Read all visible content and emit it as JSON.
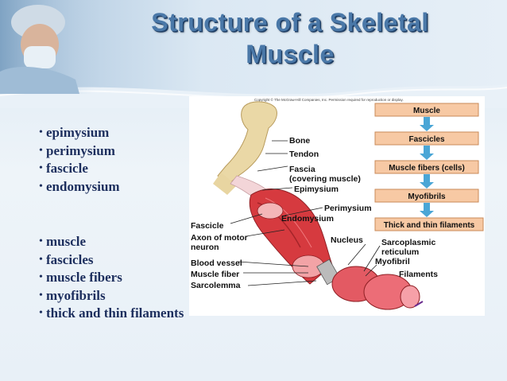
{
  "slide": {
    "title": "Structure of a Skeletal Muscle",
    "list_one": [
      "epimysium",
      "perimysium",
      "fascicle",
      "endomysium"
    ],
    "list_two": [
      "muscle",
      "fascicles",
      "muscle fibers",
      "myofibrils",
      "thick and thin filaments"
    ]
  },
  "figure": {
    "copyright": "Copyright © The McGraw-Hill Companies, Inc. Permission required for reproduction or display.",
    "labels": {
      "bone": "Bone",
      "tendon": "Tendon",
      "fascia": "Fascia",
      "fascia_sub": "(covering muscle)",
      "epimysium": "Epimysium",
      "perimysium": "Perimysium",
      "endomysium": "Endomysium",
      "fascicle": "Fascicle",
      "axon_1": "Axon of motor",
      "axon_2": "neuron",
      "nucleus": "Nucleus",
      "blood_vessel": "Blood vessel",
      "muscle_fiber": "Muscle fiber",
      "sarcolemma": "Sarcolemma",
      "sarcoplasmic_1": "Sarcoplasmic",
      "sarcoplasmic_2": "reticulum",
      "myofibril": "Myofibril",
      "filaments": "Filaments"
    },
    "flow": [
      "Muscle",
      "Fascicles",
      "Muscle fibers (cells)",
      "Myofibrils",
      "Thick and thin filaments"
    ]
  }
}
